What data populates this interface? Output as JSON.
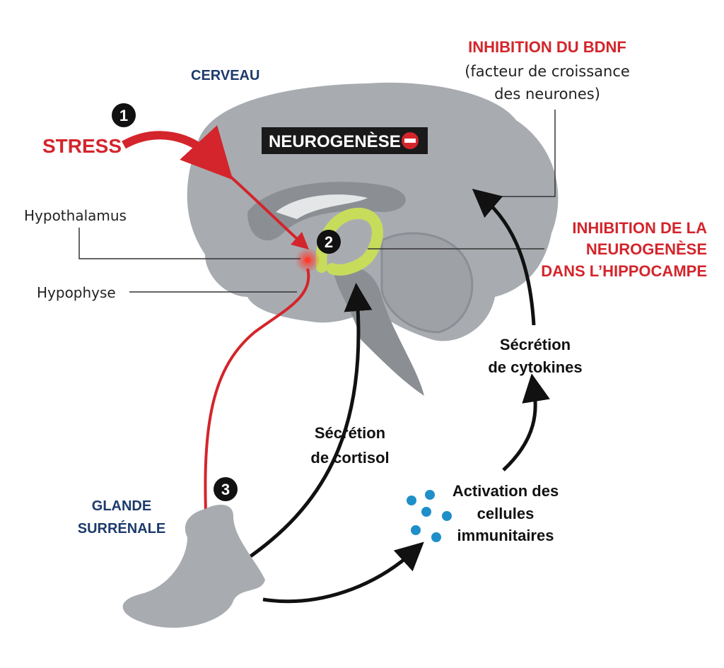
{
  "labels": {
    "cerveau": "CERVEAU",
    "stress": "STRESS",
    "neurogenese_box": "NEUROGENÈSE",
    "bdnf_title": "INHIBITION DU BDNF",
    "bdnf_desc_1": "(facteur de croissance",
    "bdnf_desc_2": "des neurones)",
    "hypothalamus": "Hypothalamus",
    "hypophyse": "Hypophyse",
    "inhib_hippo_1": "INHIBITION DE LA",
    "inhib_hippo_2": "NEUROGENÈSE",
    "inhib_hippo_3": "DANS L’HIPPOCAMPE",
    "cytokines_1": "Sécrétion",
    "cytokines_2": "de cytokines",
    "cortisol_1": "Sécrétion",
    "cortisol_2": "de cortisol",
    "glande_1": "GLANDE",
    "glande_2": "SURRÉNALE",
    "immun_1": "Activation des",
    "immun_2": "cellules",
    "immun_3": "immunitaires"
  },
  "steps": [
    "1",
    "2",
    "3"
  ],
  "colors": {
    "red": "#d3252b",
    "blue": "#1d3a6c",
    "brain": "#a8acb1",
    "brain_dark": "#8b8f94",
    "hippocampus": "#c8dc5c",
    "cells": "#1e8fc8"
  }
}
